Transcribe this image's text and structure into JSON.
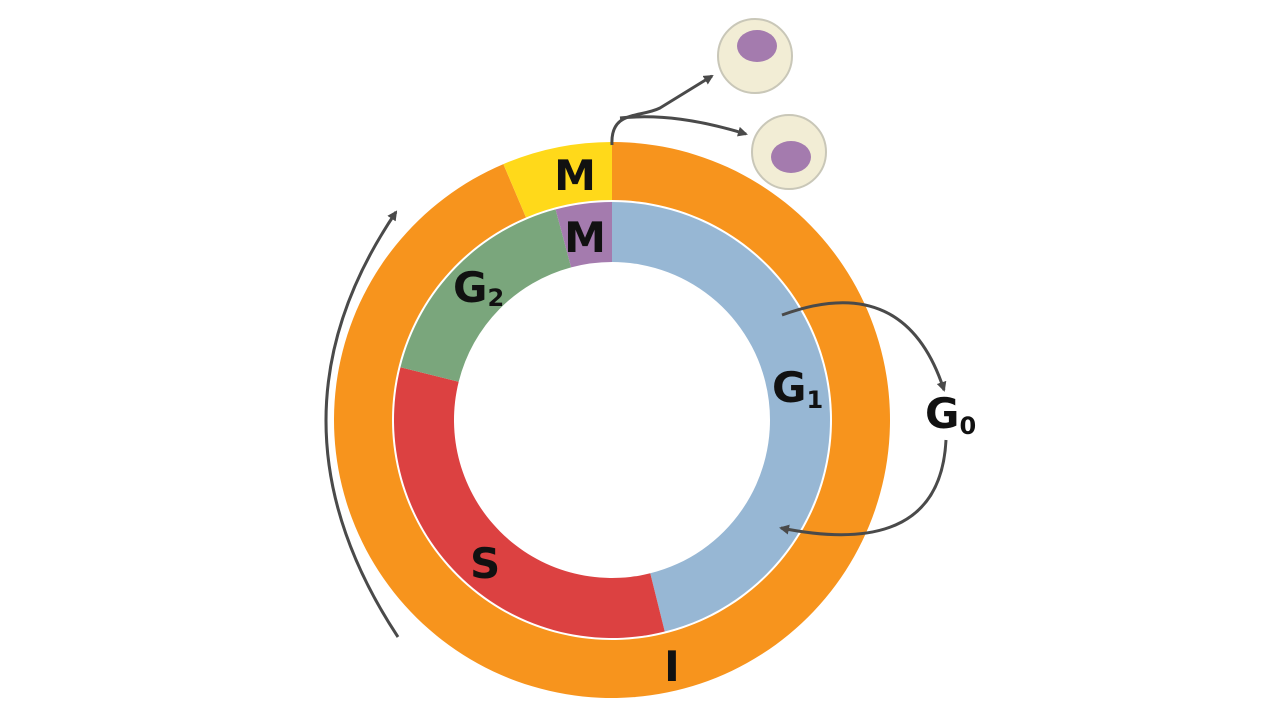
{
  "outer_ring": {
    "mitosis_label": "M",
    "interphase_label": "I",
    "colors": {
      "interphase": "#F7941D",
      "mitosis": "#FFD91A"
    }
  },
  "inner_ring": {
    "phases": [
      {
        "id": "g1",
        "label": "G",
        "subscript": "1",
        "color": "#97B7D4"
      },
      {
        "id": "s",
        "label": "S",
        "subscript": "",
        "color": "#DC4141"
      },
      {
        "id": "g2",
        "label": "G",
        "subscript": "2",
        "color": "#7AA67C"
      },
      {
        "id": "m",
        "label": "M",
        "subscript": "",
        "color": "#A47BAE"
      }
    ]
  },
  "g0": {
    "label": "G",
    "subscript": "0"
  },
  "daughter_cells": {
    "cytoplasm_color": "#F2EDD5",
    "nucleus_color": "#A47BAE"
  },
  "arrow_color": "#4A4A4A"
}
